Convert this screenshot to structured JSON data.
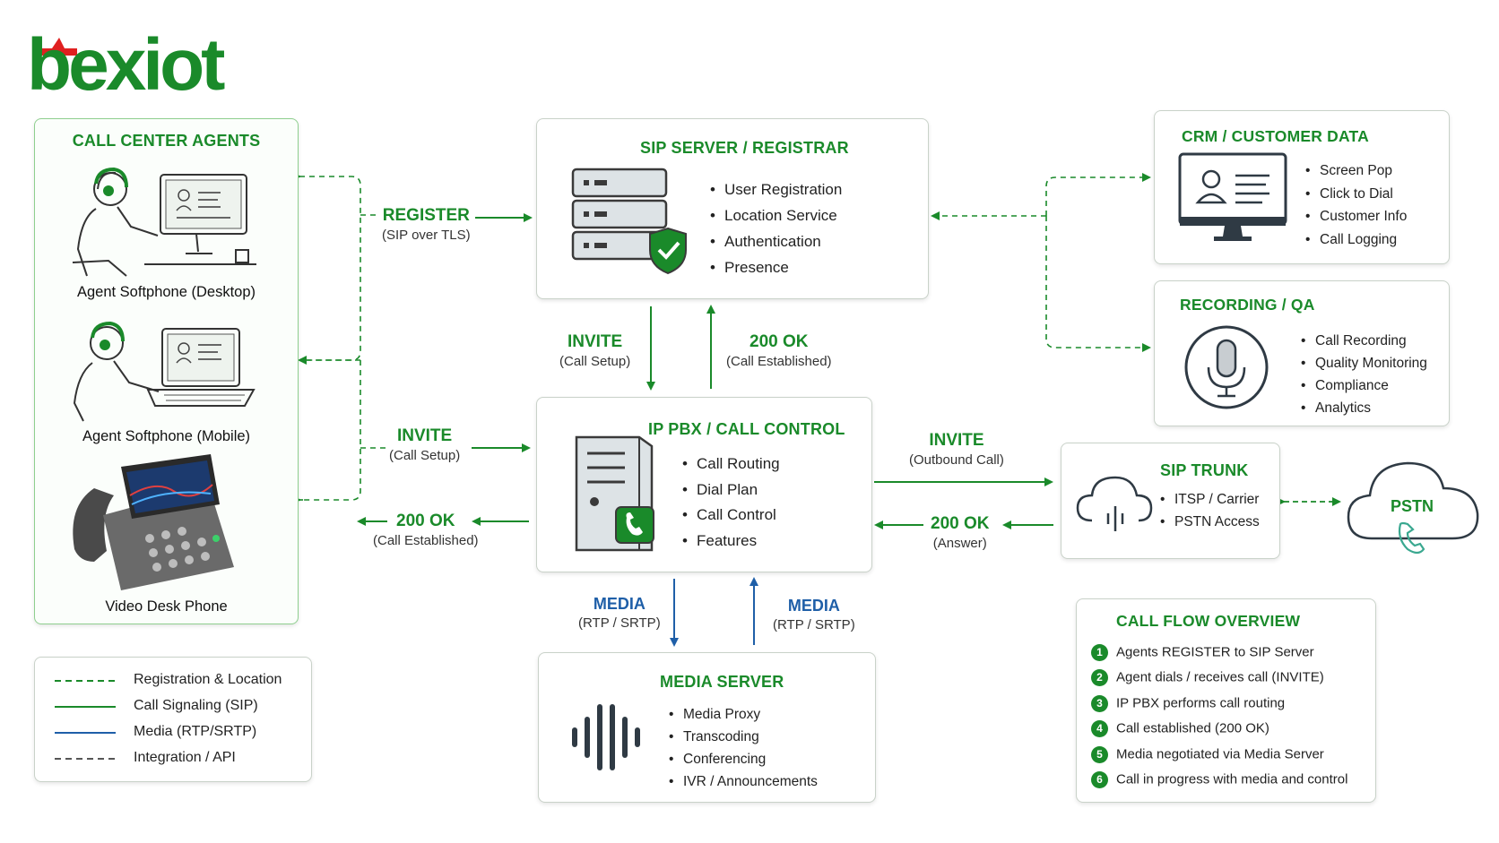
{
  "brand": {
    "logo_text": "bexiot",
    "green": "#1a8a2a",
    "red": "#e02020",
    "blue": "#1f5fa8"
  },
  "agents": {
    "title": "CALL CENTER AGENTS",
    "items": [
      {
        "label": "Agent Softphone (Desktop)",
        "icon": "agent-desktop-icon"
      },
      {
        "label": "Agent Softphone (Mobile)",
        "icon": "agent-laptop-icon"
      },
      {
        "label": "Video Desk Phone",
        "icon": "desk-phone-icon"
      }
    ]
  },
  "sip_server": {
    "title": "SIP SERVER / REGISTRAR",
    "features": [
      "User Registration",
      "Location Service",
      "Authentication",
      "Presence"
    ]
  },
  "crm": {
    "title": "CRM / CUSTOMER DATA",
    "features": [
      "Screen Pop",
      "Click to Dial",
      "Customer Info",
      "Call Logging"
    ]
  },
  "recording": {
    "title": "RECORDING / QA",
    "features": [
      "Call Recording",
      "Quality Monitoring",
      "Compliance",
      "Analytics"
    ]
  },
  "pbx": {
    "title": "IP PBX / CALL CONTROL",
    "features": [
      "Call Routing",
      "Dial Plan",
      "Call Control",
      "Features"
    ]
  },
  "trunk": {
    "title": "SIP TRUNK",
    "features": [
      "ITSP / Carrier",
      "PSTN Access"
    ]
  },
  "pstn": {
    "label": "PSTN"
  },
  "media_server": {
    "title": "MEDIA SERVER",
    "features": [
      "Media Proxy",
      "Transcoding",
      "Conferencing",
      "IVR / Announcements"
    ]
  },
  "arrows": {
    "register": {
      "label": "REGISTER",
      "sub": "(SIP over TLS)"
    },
    "invite_agents": {
      "label": "INVITE",
      "sub": "(Call Setup)"
    },
    "ok_agents": {
      "label": "200 OK",
      "sub": "(Call Established)"
    },
    "invite_sip": {
      "label": "INVITE",
      "sub": "(Call Setup)"
    },
    "ok_sip": {
      "label": "200 OK",
      "sub": "(Call Established)"
    },
    "invite_trunk": {
      "label": "INVITE",
      "sub": "(Outbound Call)"
    },
    "ok_trunk": {
      "label": "200 OK",
      "sub": "(Answer)"
    },
    "media_down": {
      "label": "MEDIA",
      "sub": "(RTP / SRTP)"
    },
    "media_up": {
      "label": "MEDIA",
      "sub": "(RTP / SRTP)"
    }
  },
  "legend": {
    "items": [
      {
        "label": "Registration & Location",
        "style": "dashed",
        "color": "#1a8a2a"
      },
      {
        "label": "Call Signaling (SIP)",
        "style": "solid",
        "color": "#1a8a2a"
      },
      {
        "label": "Media (RTP/SRTP)",
        "style": "solid",
        "color": "#1f5fa8"
      },
      {
        "label": "Integration / API",
        "style": "dashed",
        "color": "#555555"
      }
    ]
  },
  "call_flow": {
    "title": "CALL FLOW OVERVIEW",
    "steps": [
      {
        "num": "1",
        "text": "Agents REGISTER to SIP Server"
      },
      {
        "num": "2",
        "text": "Agent dials / receives call (INVITE)"
      },
      {
        "num": "3",
        "text": "IP PBX performs call routing"
      },
      {
        "num": "4",
        "text": "Call established (200 OK)"
      },
      {
        "num": "5",
        "text": "Media negotiated via Media Server"
      },
      {
        "num": "6",
        "text": "Call in progress with media and control"
      }
    ]
  }
}
